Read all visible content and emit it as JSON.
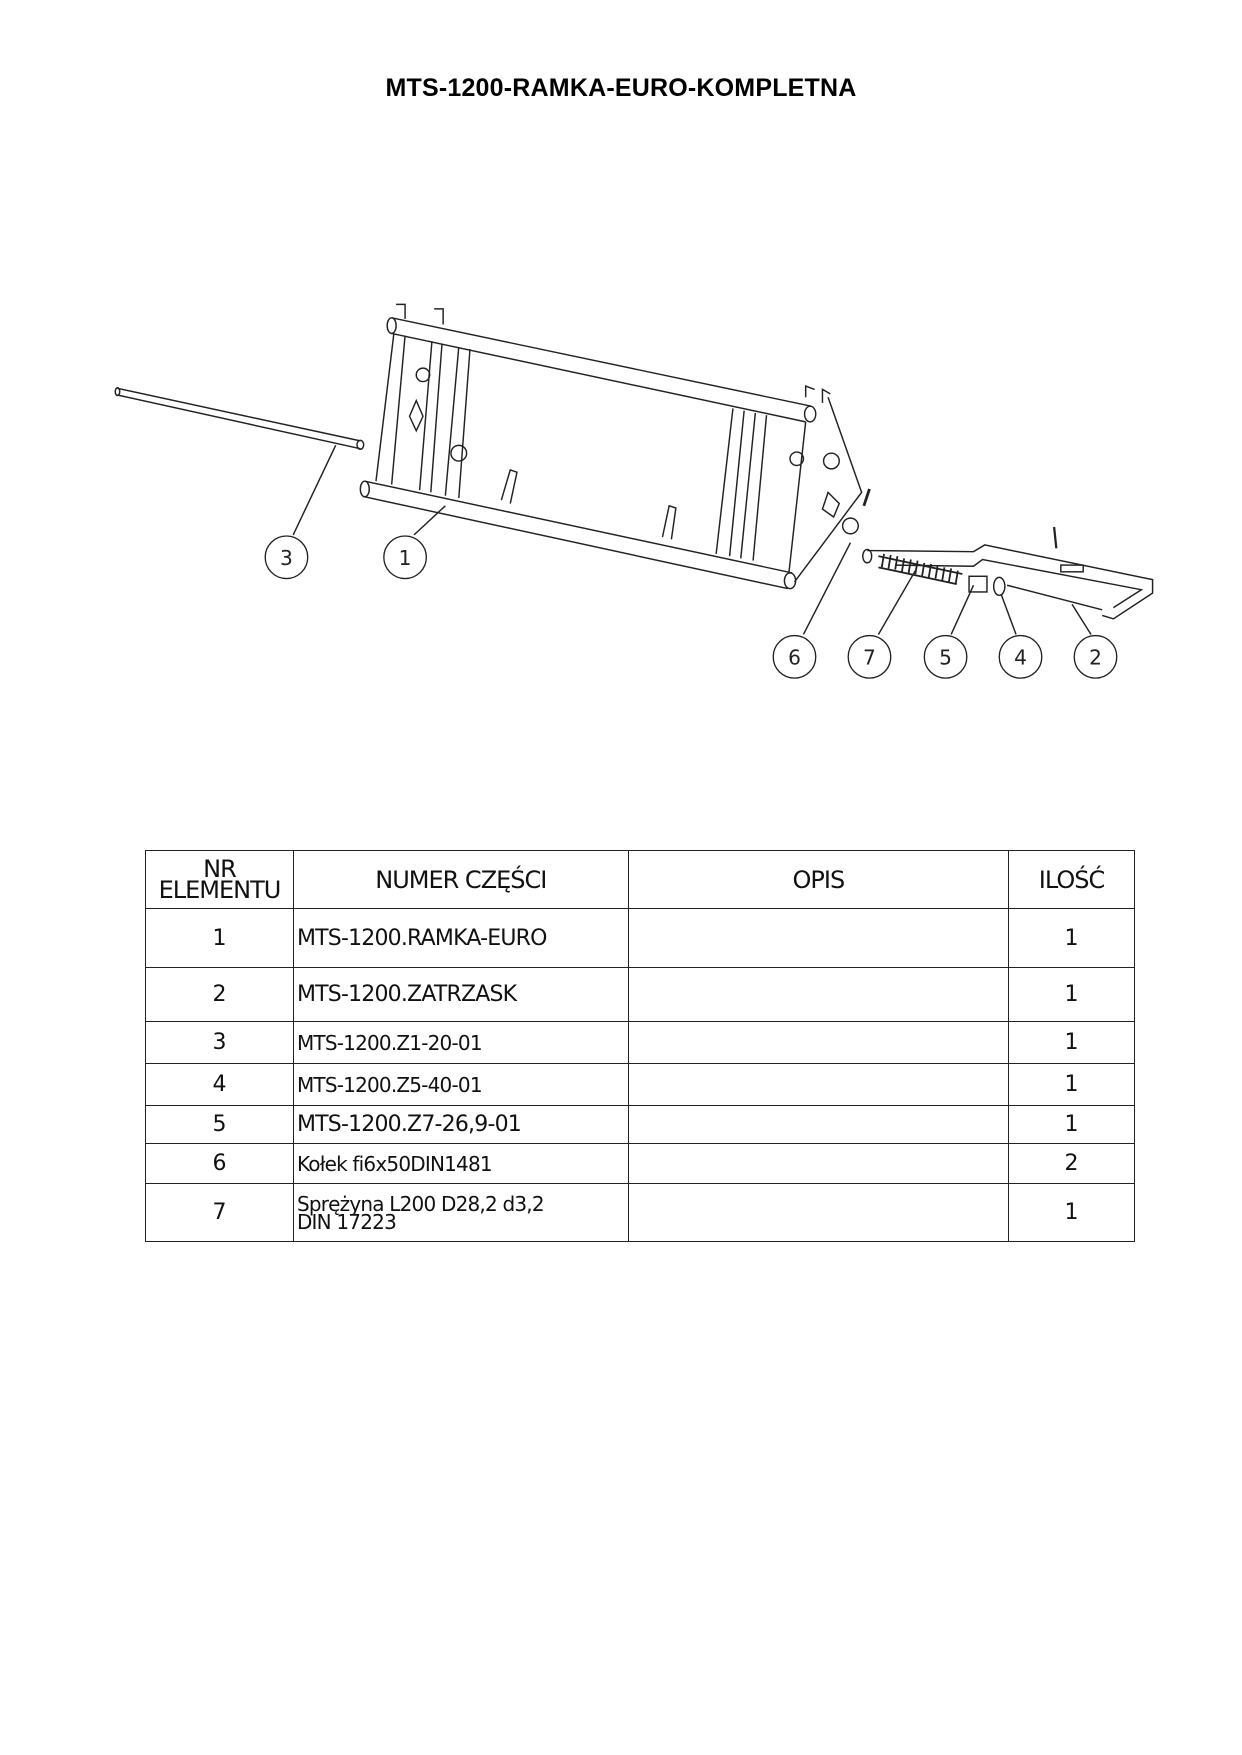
{
  "title": "MTS-1200-RAMKA-EURO-KOMPLETNA",
  "drawing": {
    "balloons": [
      "3",
      "1",
      "6",
      "7",
      "5",
      "4",
      "2"
    ]
  },
  "bom": {
    "headers": {
      "nr": "NR ELEMENTU",
      "nr_line1": "NR",
      "nr_line2": "ELEMENTU",
      "part": "NUMER CZĘŚCI",
      "desc": "OPIS",
      "qty": "ILOŚĆ"
    },
    "rows": [
      {
        "nr": "1",
        "part": "MTS-1200.RAMKA-EURO",
        "desc": "",
        "qty": "1"
      },
      {
        "nr": "2",
        "part": "MTS-1200.ZATRZASK",
        "desc": "",
        "qty": "1"
      },
      {
        "nr": "3",
        "part": "MTS-1200.Z1-20-01",
        "desc": "",
        "qty": "1"
      },
      {
        "nr": "4",
        "part": "MTS-1200.Z5-40-01",
        "desc": "",
        "qty": "1"
      },
      {
        "nr": "5",
        "part": "MTS-1200.Z7-26,9-01",
        "desc": "",
        "qty": "1"
      },
      {
        "nr": "6",
        "part": "Kołek fi6x50DIN1481",
        "desc": "",
        "qty": "2"
      },
      {
        "nr": "7",
        "part": "Sprężyna L200 D28,2 d3,2",
        "part_line2": "DIN 17223",
        "desc": "",
        "qty": "1"
      }
    ]
  }
}
